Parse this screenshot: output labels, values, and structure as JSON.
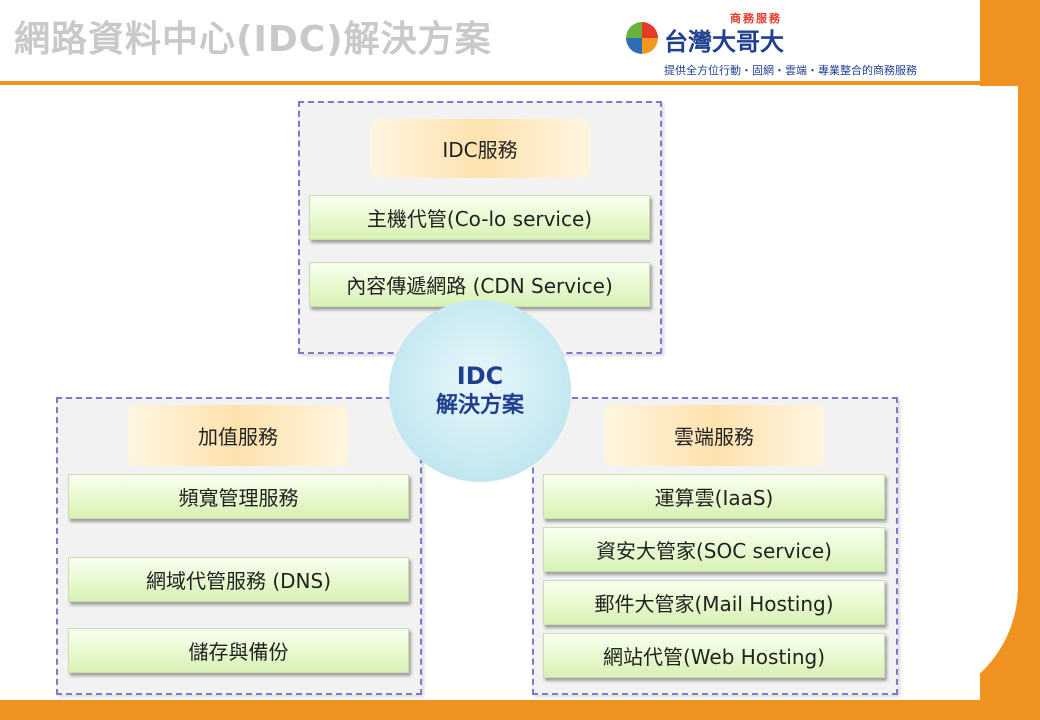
{
  "header": {
    "title": "網路資料中心(IDC)解決方案"
  },
  "logo": {
    "small_label": "商務服務",
    "name": "台灣大哥大",
    "tagline": "提供全方位行動・固網・雲端・專業整合的商務服務",
    "icon": "multicolor-sphere-icon"
  },
  "center": {
    "line1": "IDC",
    "line2": "解決方案"
  },
  "groups": {
    "idc": {
      "title": "IDC服務",
      "items": [
        "主機代管(Co-lo service)",
        "內容傳遞網路 (CDN Service)"
      ]
    },
    "value_added": {
      "title": "加值服務",
      "items": [
        "頻寬管理服務",
        "網域代管服務 (DNS)",
        "儲存與備份"
      ]
    },
    "cloud": {
      "title": "雲端服務",
      "items": [
        "運算雲(IaaS)",
        "資安大管家(SOC service)",
        "郵件大管家(Mail Hosting)",
        "網站代管(Web Hosting)"
      ]
    }
  },
  "colors": {
    "accent_orange": "#f0921f",
    "dash_border": "#7f78d0",
    "center_text": "#1f3f8f",
    "item_green": "#e6f8cc",
    "category_peach": "#fde2ae"
  }
}
